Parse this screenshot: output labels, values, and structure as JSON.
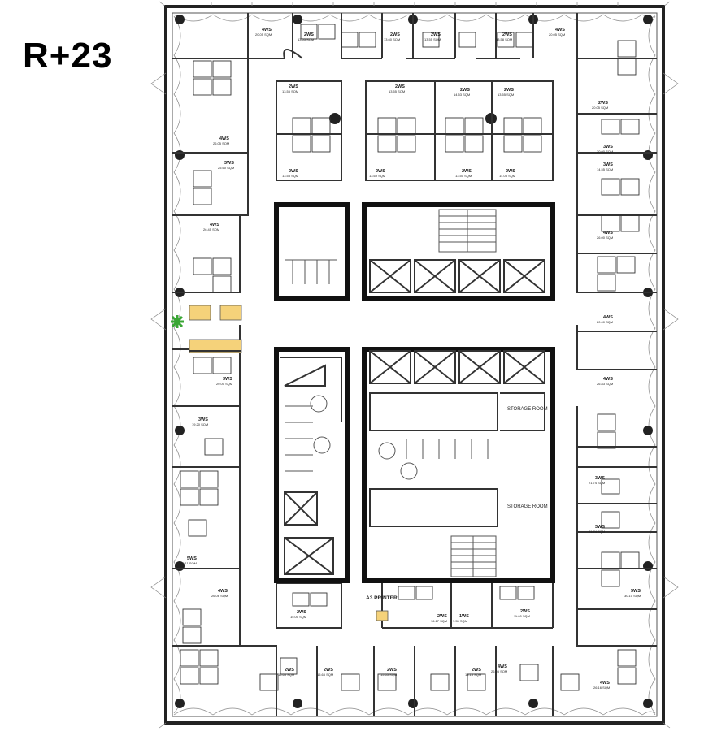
{
  "floor": {
    "label": "R+23"
  },
  "rooms": [
    {
      "code": "4WS",
      "area": "20.05 SQM"
    },
    {
      "code": "2WS",
      "area": "13.55 SQM"
    },
    {
      "code": "2WS",
      "area": "13.60 SQM"
    },
    {
      "code": "2WS",
      "area": "13.55 SQM"
    },
    {
      "code": "2WS",
      "area": "13.58 SQM"
    },
    {
      "code": "4WS",
      "area": "20.05 SQM"
    },
    {
      "code": "4WS",
      "area": "26.05 SQM"
    },
    {
      "code": "3WS",
      "area": "25.60 SQM"
    },
    {
      "code": "4WS",
      "area": "26.45 SQM"
    },
    {
      "code": "3WS",
      "area": "20.00 SQM"
    },
    {
      "code": "3WS",
      "area": "19.20 SQM"
    },
    {
      "code": "5WS",
      "area": "30.11 SQM"
    },
    {
      "code": "4WS",
      "area": "26.06 SQM"
    },
    {
      "code": "2WS",
      "area": "13.55 SQM"
    },
    {
      "code": "2WS",
      "area": "13.55 SQM"
    },
    {
      "code": "2WS",
      "area": "14.53 SQM"
    },
    {
      "code": "2WS",
      "area": "13.55 SQM"
    },
    {
      "code": "2WS",
      "area": "13.55 SQM"
    },
    {
      "code": "2WS",
      "area": "13.69 SQM"
    },
    {
      "code": "2WS",
      "area": "13.50 SQM"
    },
    {
      "code": "2WS",
      "area": "14.05 SQM"
    },
    {
      "code": "2WS",
      "area": "20.05 SQM"
    },
    {
      "code": "3WS",
      "area": "20.00 SQM"
    },
    {
      "code": "3WS",
      "area": "14.55 SQM"
    },
    {
      "code": "4WS",
      "area": "26.00 SQM"
    },
    {
      "code": "4WS",
      "area": "20.00 SQM"
    },
    {
      "code": "4WS",
      "area": "26.83 SQM"
    },
    {
      "code": "3WS",
      "area": "21.74 SQM"
    },
    {
      "code": "3WS",
      "area": "21.74 SQM"
    },
    {
      "code": "5WS",
      "area": "30.10 SQM"
    },
    {
      "code": "2WS",
      "area": "15.00 SQM"
    },
    {
      "code": "2WS",
      "area": "16.17 SQM"
    },
    {
      "code": "1WS",
      "area": "7.55 SQM"
    },
    {
      "code": "2WS",
      "area": "11.60 SQM"
    },
    {
      "code": "2WS",
      "area": "15.65 SQM"
    },
    {
      "code": "2WS",
      "area": "15.65 SQM"
    },
    {
      "code": "2WS",
      "area": "15.65 SQM"
    },
    {
      "code": "2WS",
      "area": "15.18 SQM"
    },
    {
      "code": "4WS",
      "area": "26.05 SQM"
    },
    {
      "code": "4WS",
      "area": "26.16 SQM"
    }
  ],
  "labels": {
    "storage_room": "STORAGE ROOM",
    "storage_room_2": "STORAGE ROOM",
    "printer": "A3 PRINTER"
  },
  "colors": {
    "highlight": "#f5d27a",
    "accent": "#3aa635",
    "wall": "#222222"
  }
}
